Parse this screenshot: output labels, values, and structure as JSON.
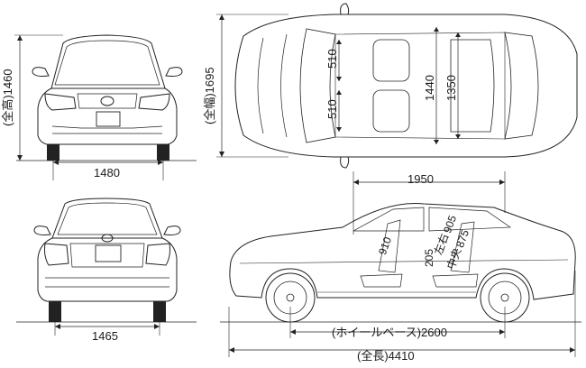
{
  "front_view": {
    "height_label": "(全高)1460",
    "tread_label": "1480"
  },
  "rear_view": {
    "tread_label": "1465"
  },
  "top_view": {
    "width_label": "(全幅)1695",
    "seat_width_front": "510",
    "seat_width_rear": "510",
    "cabin_width_front": "1440",
    "cabin_width_rear": "1350"
  },
  "side_view": {
    "cabin_length": "1950",
    "seat_dim_front": "910",
    "seat_dim_rear": "905",
    "left_right": "左右",
    "center": "中央",
    "rear_seat_height": "875",
    "seat_gap": "205",
    "wheelbase_label": "(ホイールベース)2600",
    "overall_length_label": "(全長)4410"
  }
}
